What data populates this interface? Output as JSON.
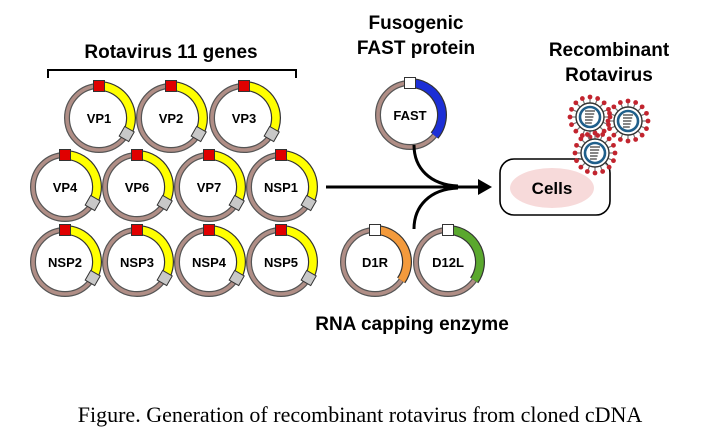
{
  "titles": {
    "genes": "Rotavirus 11 genes",
    "fast_line1": "Fusogenic",
    "fast_line2": "FAST protein",
    "recombinant_line1": "Recombinant",
    "recombinant_line2": "Rotavirus",
    "capping": "RNA capping enzyme",
    "cells": "Cells",
    "caption": "Figure. Generation of recombinant rotavirus from cloned cDNA"
  },
  "colors": {
    "ring": "#b08e86",
    "gene_segment": "#ffff00",
    "promoter": "#e00000",
    "terminator": "#c8c8c8",
    "fast_segment": "#1c2fd6",
    "d1r_segment": "#f39a3c",
    "d12l_segment": "#5aa82e",
    "cells_fill": "#f7dada",
    "virion_spike": "#c2242e",
    "virion_body": "#1f5f8b"
  },
  "plasmids": {
    "genes": [
      "VP1",
      "VP2",
      "VP3",
      "VP4",
      "VP6",
      "VP7",
      "NSP1",
      "NSP2",
      "NSP3",
      "NSP4",
      "NSP5"
    ],
    "fast": "FAST",
    "capping": [
      "D1R",
      "D12L"
    ]
  }
}
